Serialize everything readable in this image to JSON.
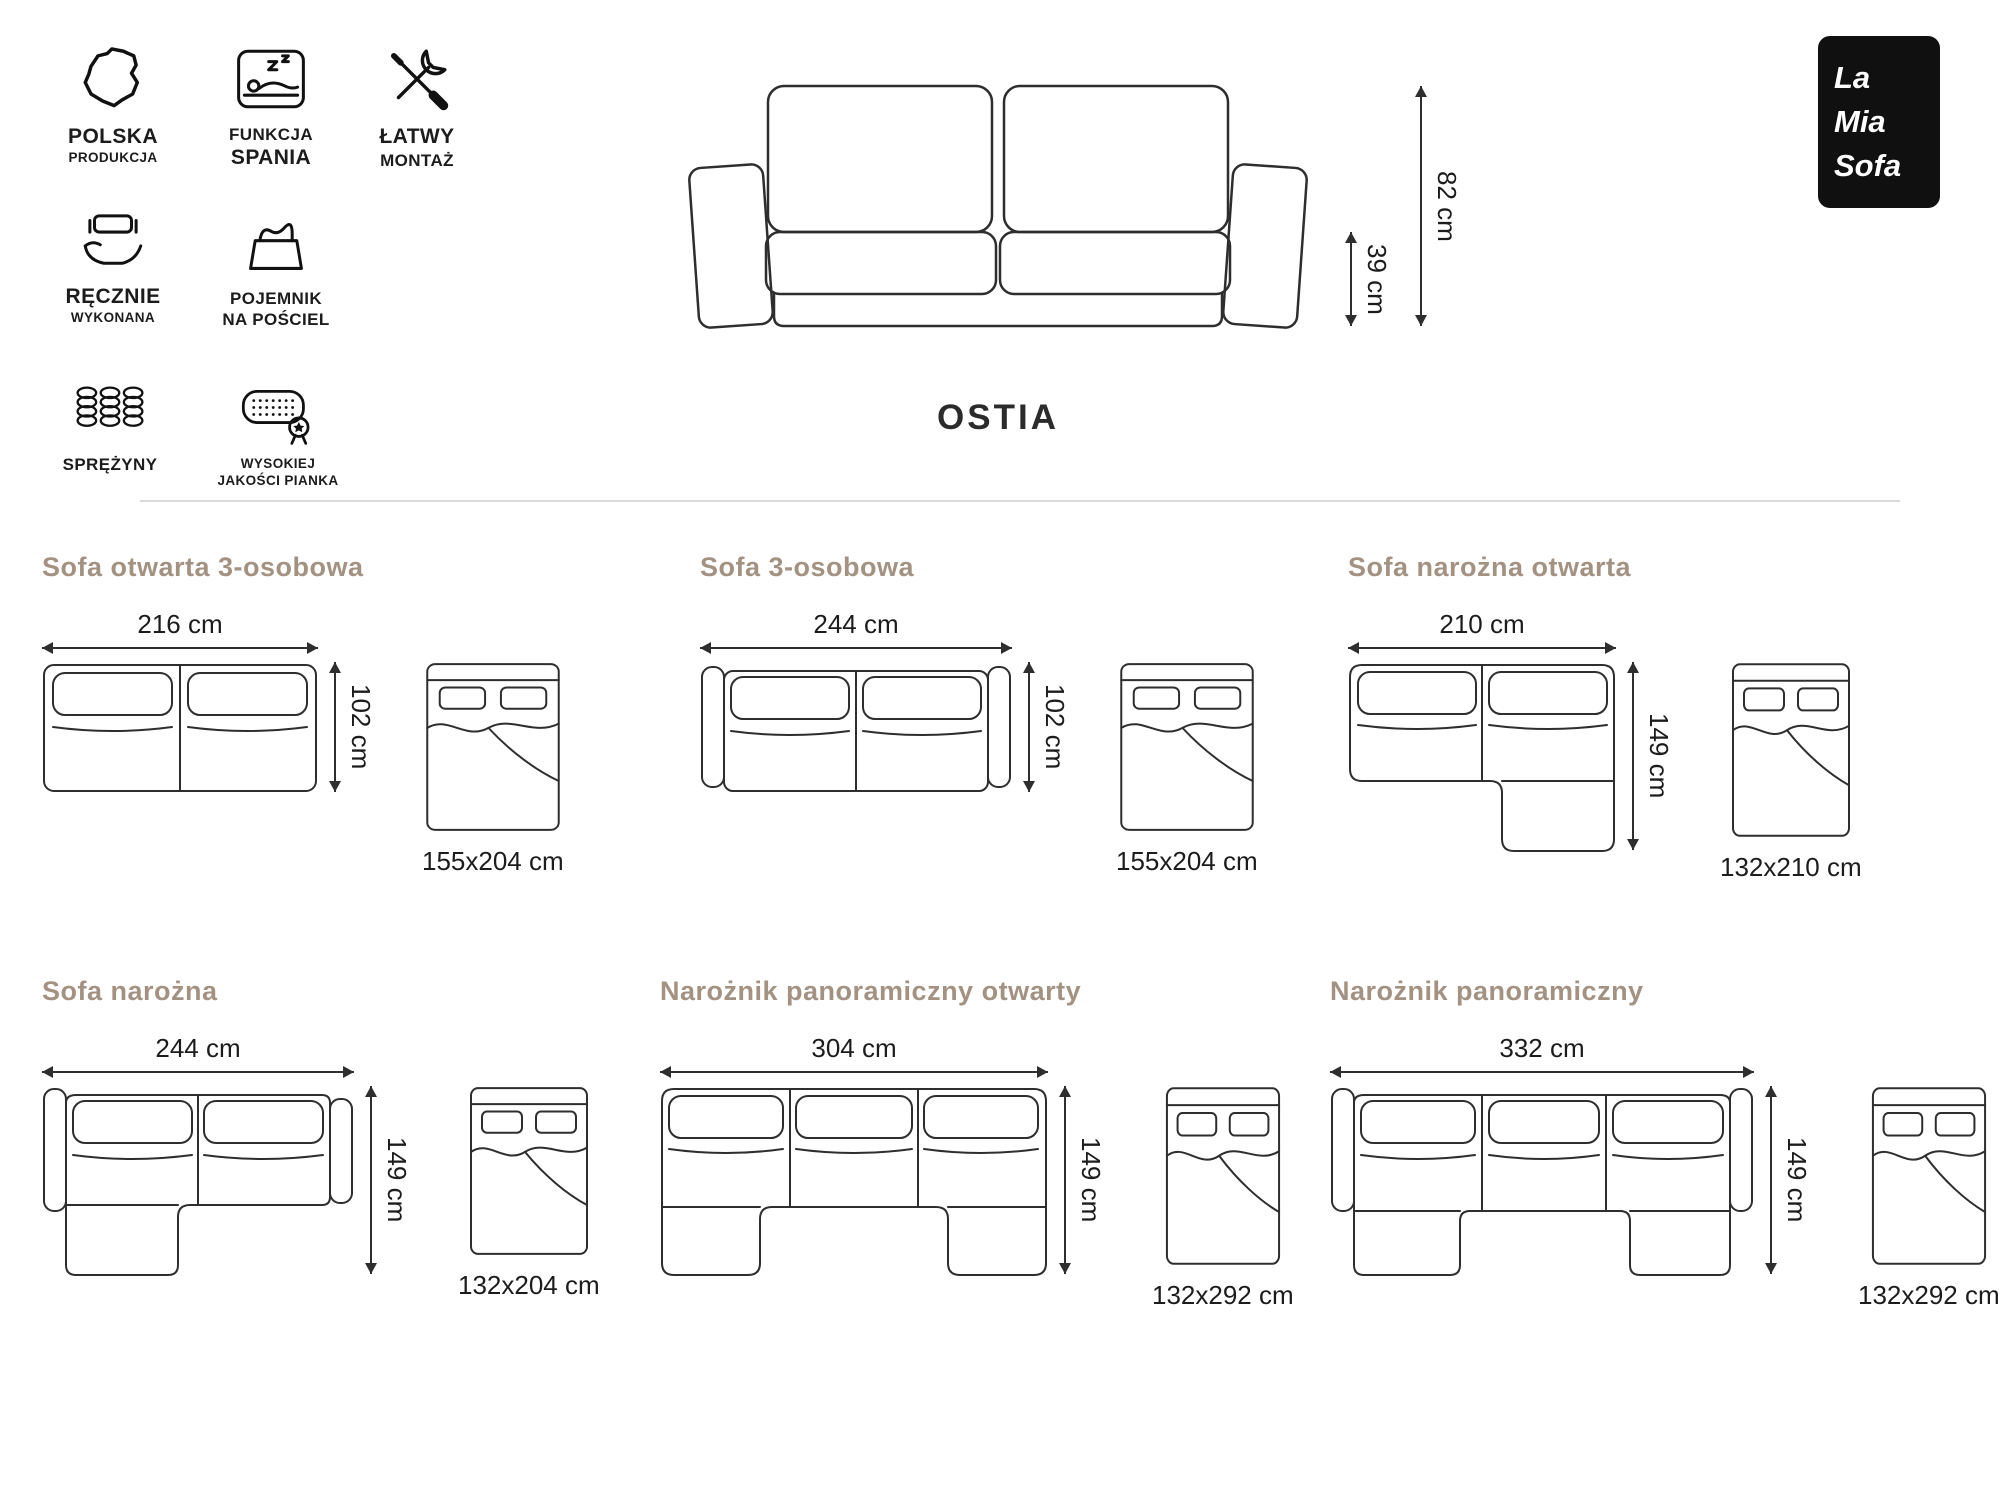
{
  "brand": {
    "line1": "La",
    "line2": "Mia",
    "line3": "Sofa"
  },
  "product": {
    "name": "OSTIA",
    "total_height": "82 cm",
    "seat_height": "39 cm"
  },
  "features": [
    {
      "line1": "POLSKA",
      "line2": "PRODUKCJA"
    },
    {
      "line1": "FUNKCJA",
      "line2": "SPANIA"
    },
    {
      "line1": "ŁATWY",
      "line2": "MONTAŻ"
    },
    {
      "line1": "RĘCZNIE",
      "line2": "WYKONANA"
    },
    {
      "line1": "POJEMNIK",
      "line2": "NA POŚCIEL"
    },
    {
      "line1": "SPRĘŻYNY",
      "line2": ""
    },
    {
      "line1": "WYSOKIEJ",
      "line2": "JAKOŚCI PIANKA"
    }
  ],
  "variants": [
    {
      "title": "Sofa otwarta 3-osobowa",
      "width": "216 cm",
      "depth": "102 cm",
      "bed_size": "155x204 cm"
    },
    {
      "title": "Sofa 3-osobowa",
      "width": "244 cm",
      "depth": "102 cm",
      "bed_size": "155x204 cm"
    },
    {
      "title": "Sofa narożna otwarta",
      "width": "210 cm",
      "depth": "149 cm",
      "bed_size": "132x210 cm"
    },
    {
      "title": "Sofa narożna",
      "width": "244 cm",
      "depth": "149 cm",
      "bed_size": "132x204 cm"
    },
    {
      "title": "Narożnik panoramiczny otwarty",
      "width": "304 cm",
      "depth": "149 cm",
      "bed_size": "132x292 cm"
    },
    {
      "title": "Narożnik panoramiczny",
      "width": "332 cm",
      "depth": "149 cm",
      "bed_size": "132x292 cm"
    }
  ],
  "colors": {
    "accent_title": "#a39282",
    "line_art": "#2e2e2e",
    "text": "#1c1c1c",
    "logo_bg": "#101010",
    "logo_text": "#ffffff"
  }
}
